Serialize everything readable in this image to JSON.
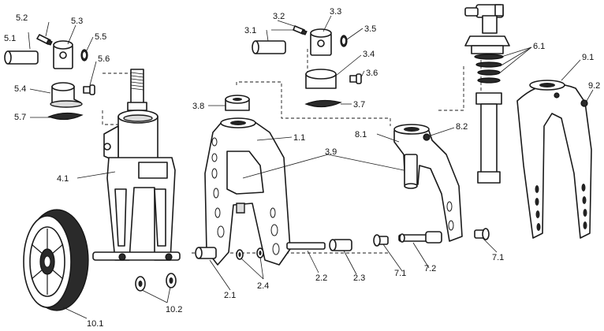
{
  "callouts": [
    {
      "id": "5.2",
      "text": "5.2"
    },
    {
      "id": "5.3",
      "text": "5.3"
    },
    {
      "id": "5.1",
      "text": "5.1"
    },
    {
      "id": "5.5",
      "text": "5.5"
    },
    {
      "id": "5.6",
      "text": "5.6"
    },
    {
      "id": "5.4",
      "text": "5.4"
    },
    {
      "id": "5.7",
      "text": "5.7"
    },
    {
      "id": "4.1",
      "text": "4.1"
    },
    {
      "id": "3.2",
      "text": "3.2"
    },
    {
      "id": "3.3",
      "text": "3.3"
    },
    {
      "id": "3.1",
      "text": "3.1"
    },
    {
      "id": "3.5",
      "text": "3.5"
    },
    {
      "id": "3.4",
      "text": "3.4"
    },
    {
      "id": "3.6",
      "text": "3.6"
    },
    {
      "id": "3.8",
      "text": "3.8"
    },
    {
      "id": "3.7",
      "text": "3.7"
    },
    {
      "id": "1.1",
      "text": "1.1"
    },
    {
      "id": "3.9",
      "text": "3.9"
    },
    {
      "id": "8.1",
      "text": "8.1"
    },
    {
      "id": "8.2",
      "text": "8.2"
    },
    {
      "id": "6.1",
      "text": "6.1"
    },
    {
      "id": "9.1",
      "text": "9.1"
    },
    {
      "id": "9.2",
      "text": "9.2"
    },
    {
      "id": "2.1",
      "text": "2.1"
    },
    {
      "id": "2.4",
      "text": "2.4"
    },
    {
      "id": "2.2",
      "text": "2.2"
    },
    {
      "id": "2.3",
      "text": "2.3"
    },
    {
      "id": "7.1a",
      "text": "7.1"
    },
    {
      "id": "7.2",
      "text": "7.2"
    },
    {
      "id": "7.1b",
      "text": "7.1"
    },
    {
      "id": "10.2",
      "text": "10.2"
    },
    {
      "id": "10.1",
      "text": "10.1"
    }
  ]
}
